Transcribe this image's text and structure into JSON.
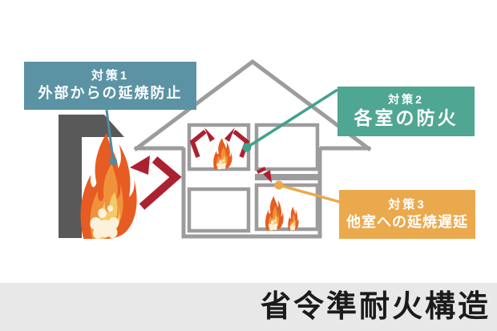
{
  "callouts": [
    {
      "tag": "対策1",
      "title": "外部からの延焼防止",
      "color": "#5B93A4"
    },
    {
      "tag": "対策2",
      "title": "各室の防火",
      "color": "#4FA693"
    },
    {
      "tag": "対策3",
      "title": "他室への延焼遅延",
      "color": "#EBA94D"
    }
  ],
  "footer": {
    "title": "省令準耐火構造",
    "bg": "#E8E8E8",
    "text_color": "#1B1B1B"
  },
  "diagram": {
    "house_outline_color": "#9C9C9C",
    "neighbor_building_color": "#595959",
    "fire_arrow_color": "#AC2130",
    "flame_outer_color": "#E65C22",
    "flame_mid_color": "#F0923C",
    "flame_inner_color": "#F5C964",
    "flame_core_color": "#FCF2DC",
    "connector1_color": "#4E8CA2",
    "connector2_color": "#3FA28C",
    "connector3_color": "#EBA94D"
  }
}
